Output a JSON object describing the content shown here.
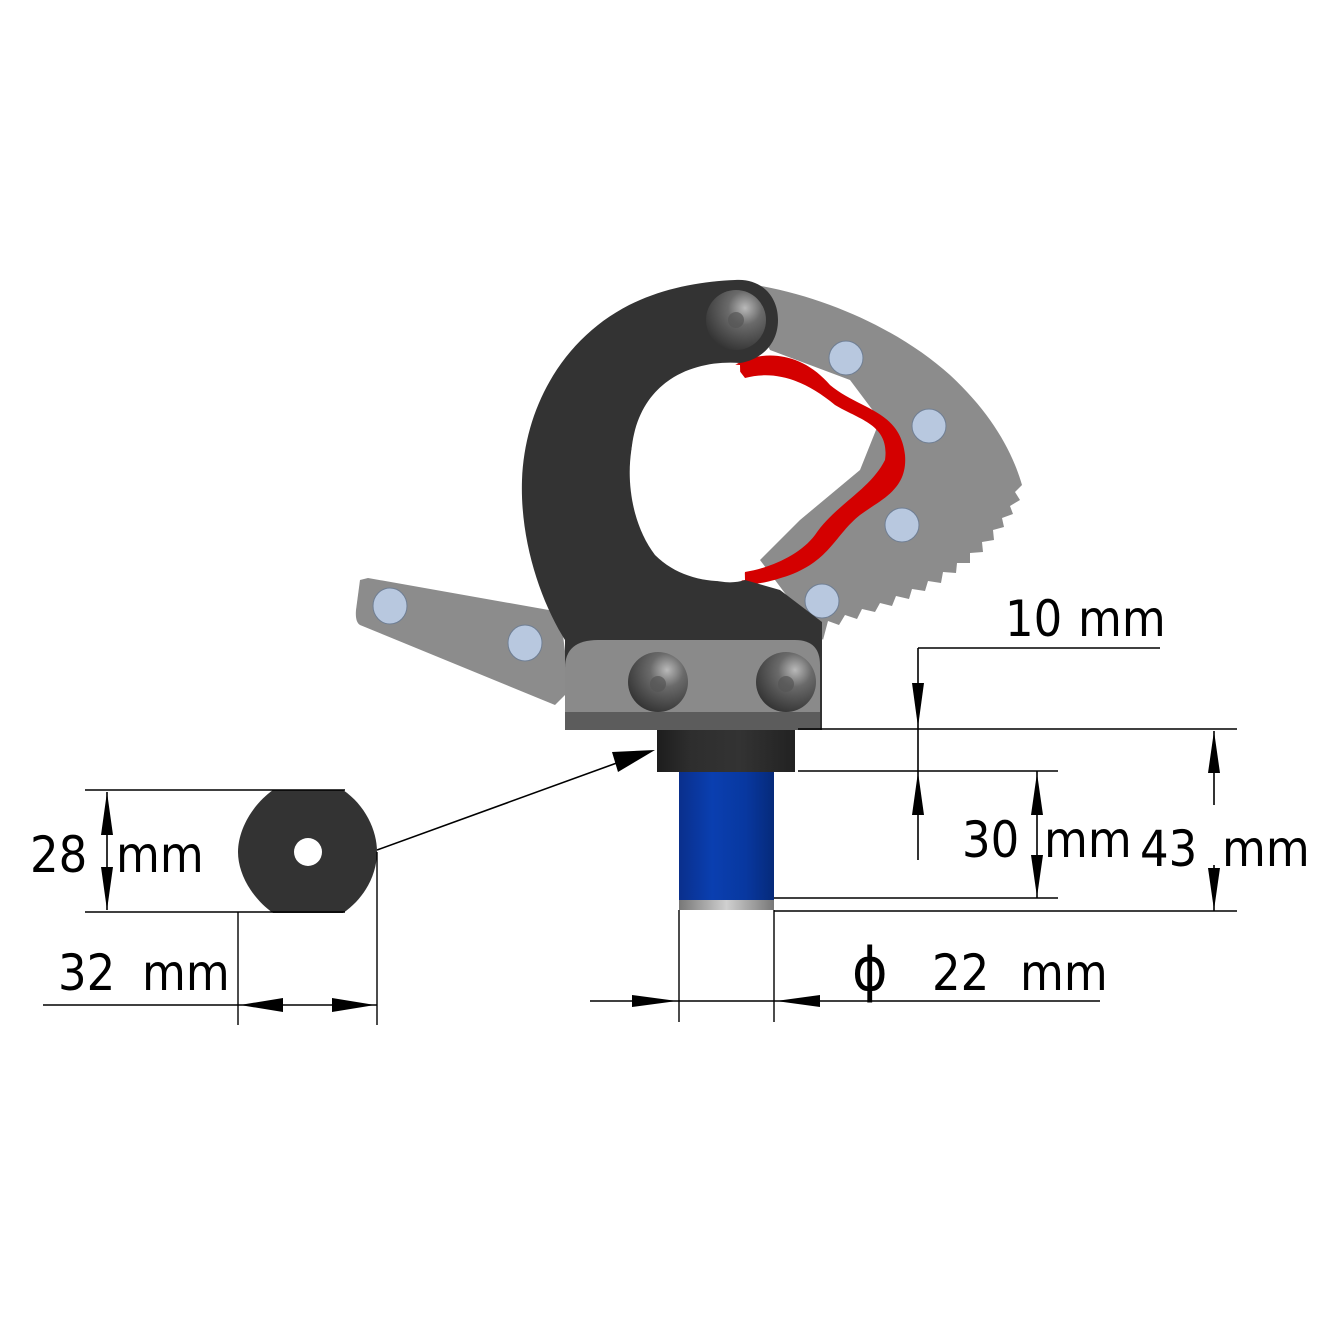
{
  "drawing": {
    "subject": "Ratchet cable cutter head with hex adapter and blue drive shaft",
    "colors": {
      "background": "#ffffff",
      "body_dark": "#333333",
      "blade_gray": "#8c8c8c",
      "blade_edge_red": "#d40000",
      "rivet_light": "#b8c8df",
      "shaft_blue": "#0a3aa8",
      "nut_black": "#222222",
      "bracket_gray": "#8a8a8a"
    }
  },
  "dimensions": {
    "flange_thickness": {
      "value": "10",
      "unit": "mm"
    },
    "shaft_length": {
      "value": "30",
      "unit": "mm"
    },
    "total_height": {
      "value": "43",
      "unit": "mm"
    },
    "shaft_diameter": {
      "symbol": "ϕ",
      "value": "22",
      "unit": "mm"
    },
    "nut_height": {
      "value": "28",
      "unit": "mm"
    },
    "nut_width": {
      "value": "32",
      "unit": "mm"
    }
  },
  "callout": {
    "detail_view": "hex-nut-front-view",
    "points_to": "hex-nut-adapter"
  }
}
